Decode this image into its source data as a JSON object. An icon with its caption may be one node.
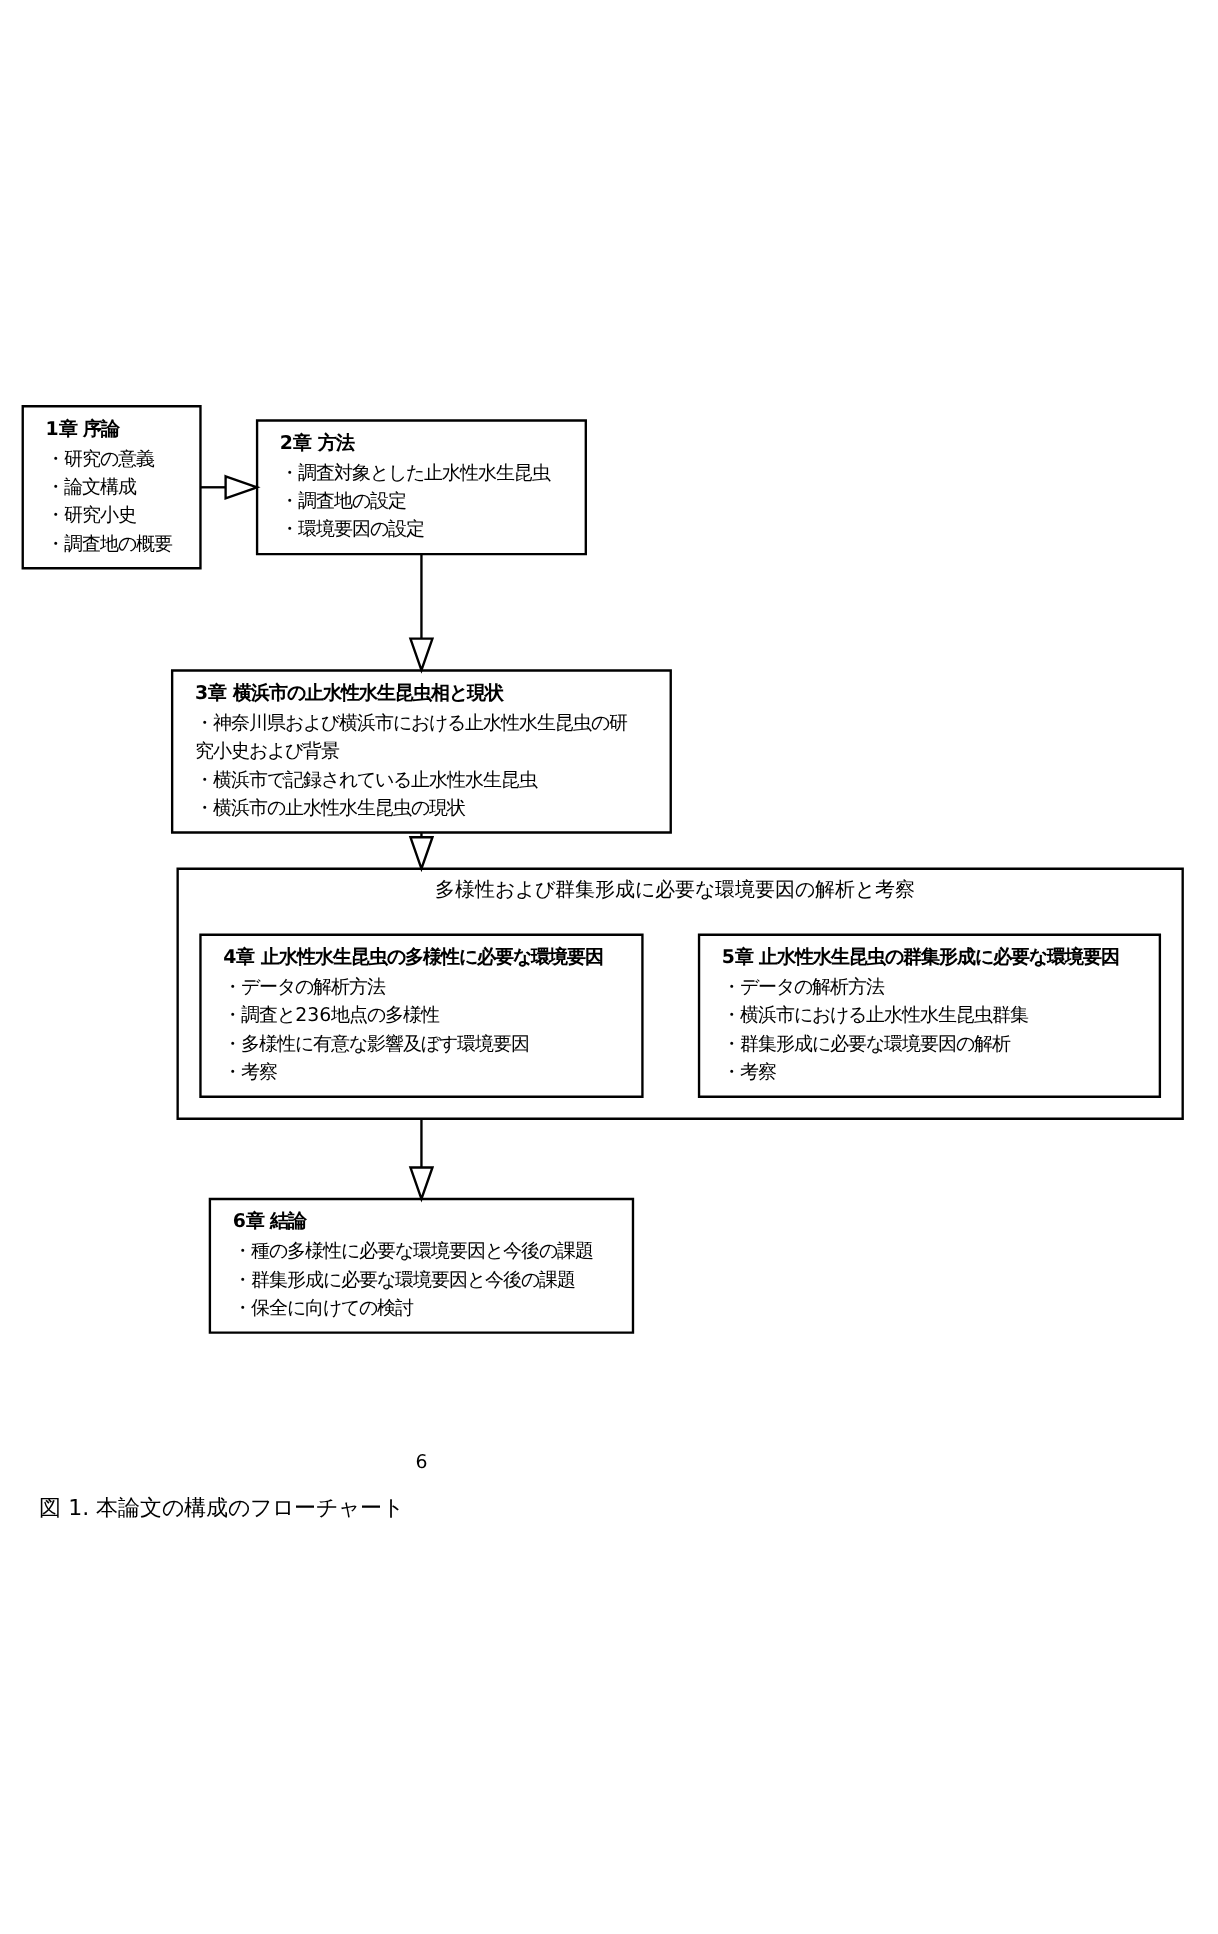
{
  "diagram": {
    "caption": "図 1. 本論文の構成のフローチャート",
    "nodes": [
      {
        "text": [
          "1章 序論",
          "・研究の意義",
          "・論文構成",
          "・研究小史",
          "・調査地の概要"
        ]
      },
      {
        "text": [
          "2章 方法",
          "・調査対象とした止水性水生昆虫",
          "・調査地の設定",
          "・環境要因の設定"
        ]
      },
      {
        "text": [
          "3章 横浜市の止水性水生昆虫相と現状",
          "・神奈川県および横浜市における止水性水生昆虫の研究小史および背景",
          "・横浜市で記録されている止水性水生昆虫",
          "・横浜市の止水性水生昆虫の現状"
        ]
      },
      {
        "text": [
          "多様性および群集形成に必要な環境要因の解析と考察"
        ]
      },
      {
        "text": [
          "4章 止水性水生昆虫の多様性に必要な環境要因",
          "・データの解析方法",
          "・調査と236地点の多様性",
          "・多様性に有意な影響及ぼす環境要因",
          "・考察"
        ],
        "in": 3
      },
      {
        "text": [
          "5章 止水性水生昆虫の群集形成に必要な環境要因",
          "・データの解析方法",
          "・横浜市における止水性水生昆虫群集",
          "・群集形成に必要な環境要因の解析",
          "・考察"
        ],
        "in": 3
      },
      {
        "text": [
          "6章 結論",
          "・種の多様性に必要な環境要因と今後の課題",
          "・群集形成に必要な環境要因と今後の課題",
          "・保全に向けての検討"
        ]
      }
    ],
    "edges": [
      {
        "from": 0,
        "to": 1,
        "arrow": "to"
      },
      {
        "from": 1,
        "to": 2,
        "arrow": "to"
      },
      {
        "from": 2,
        "to": 3,
        "arrow": "to"
      },
      {
        "from": 3,
        "to": 6,
        "arrow": "to"
      }
    ],
    "labels": [
      "6"
    ]
  }
}
